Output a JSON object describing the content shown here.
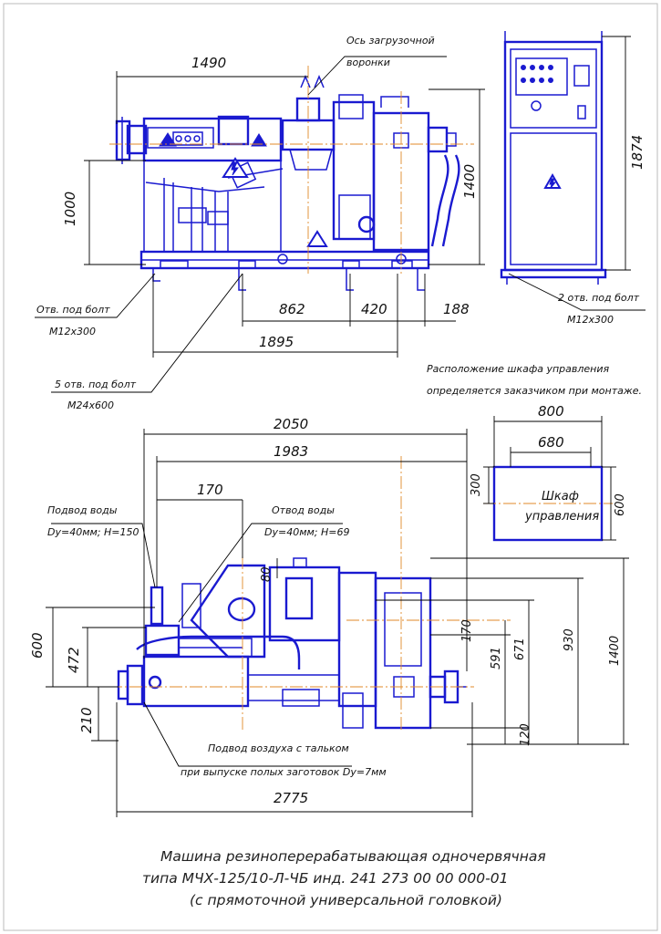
{
  "colors": {
    "machine": "#1a1ad0",
    "dimension": "#000000",
    "axis": "#e08a2a",
    "background": "#ffffff"
  },
  "icons": [
    "warning-triangle-icon",
    "bolt-symbol-icon"
  ],
  "side_view": {
    "width_top": "1490",
    "height_left": "1000",
    "height_mid": "1400",
    "funnel_axis_label": [
      "Ось загрузочной",
      "воронки"
    ],
    "bolt_hole_left": [
      "Отв. под болт",
      "М12х300"
    ],
    "bolt_holes_five": [
      "5 отв. под болт",
      "М24х600"
    ],
    "dim_862": "862",
    "dim_420": "420",
    "dim_188": "188",
    "dim_1895": "1895"
  },
  "cabinet_front": {
    "height": "1874",
    "bolt_holes": [
      "2 отв. под болт",
      "М12х300"
    ]
  },
  "cabinet_note": [
    "Расположение шкафа управления",
    "определяется заказчиком при монтаже."
  ],
  "cabinet_plan": {
    "label": [
      "Шкаф",
      "управления"
    ],
    "width_outer": "800",
    "width_inner": "680",
    "depth_left": "300",
    "depth_right": "600"
  },
  "plan_view": {
    "dim_2050": "2050",
    "dim_1983": "1983",
    "dim_170_top": "170",
    "water_in": [
      "Подвод воды",
      "Dу=40мм; Н=150"
    ],
    "water_out": [
      "Отвод воды",
      "Dу=40мм; Н=69"
    ],
    "dim_80": "80",
    "dim_600": "600",
    "dim_472": "472",
    "dim_210": "210",
    "dim_170_right": "170",
    "dim_591": "591",
    "dim_671": "671",
    "dim_930": "930",
    "dim_1400": "1400",
    "dim_120": "120",
    "air_note": [
      "Подвод воздуха с тальком",
      "при выпуске полых заготовок Dу=7мм"
    ],
    "dim_2775": "2775"
  },
  "title_lines": [
    "Машина резиноперерабатывающая одночервячная",
    "типа МЧХ-125/10-Л-ЧБ инд. 241 273 00 00 000-01",
    "(с прямоточной универсальной головкой)"
  ]
}
